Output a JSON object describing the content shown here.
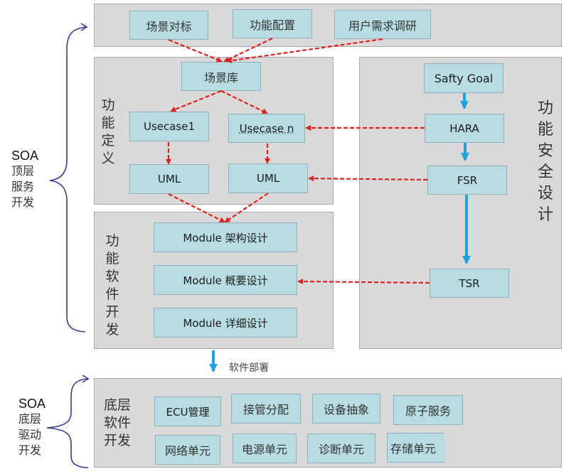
{
  "colors": {
    "panel_bg": "#d9d9d9",
    "box_bg": "#b7dde3",
    "dashed_arrow": "#e02020",
    "solid_arrow": "#1aa3e0",
    "brace": "#3b3b8f"
  },
  "top_layer": {
    "side_label": {
      "soa": "SOA",
      "lines": [
        "顶层",
        "服务",
        "开发"
      ]
    },
    "inputs_panel": {
      "boxes": [
        "场景对标",
        "功能配置",
        "用户需求调研"
      ]
    },
    "function_definition": {
      "label": "功能定义",
      "scene_library": "场景库",
      "usecases": [
        "Usecase1",
        "Usecase n"
      ],
      "uml": [
        "UML",
        "UML"
      ]
    },
    "functional_software": {
      "label": "功能软件开发",
      "modules": [
        "Module 架构设计",
        "Module 概要设计",
        "Module 详细设计"
      ]
    },
    "functional_safety": {
      "label": "功能安全设计",
      "steps": [
        "Safty Goal",
        "HARA",
        "FSR",
        "TSR"
      ]
    }
  },
  "deploy_label": "软件部署",
  "bottom_layer": {
    "side_label": {
      "soa": "SOA",
      "lines": [
        "底层",
        "驱动",
        "开发"
      ]
    },
    "panel_label": "底层软件开发",
    "row1": [
      "ECU管理",
      "接管分配",
      "设备抽象",
      "原子服务"
    ],
    "row2": [
      "网络单元",
      "电源单元",
      "诊断单元",
      "存储单元"
    ]
  }
}
